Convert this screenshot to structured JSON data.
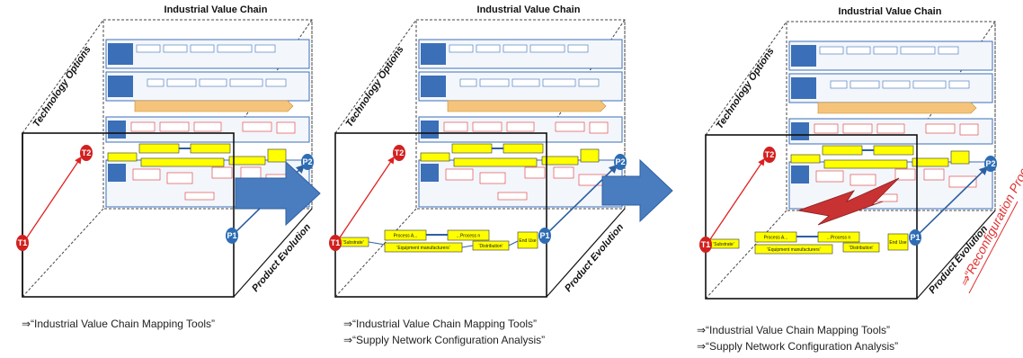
{
  "panels": [
    {
      "title": "Industrial Value Chain",
      "y_axis": "Technology Options",
      "x_axis": "Product Evolution",
      "t1": "T1",
      "t2": "T2",
      "p1": "P1",
      "p2": "P2",
      "captions": [
        "⇒“Industrial Value Chain Mapping Tools”"
      ]
    },
    {
      "title": "Industrial Value Chain",
      "y_axis": "Technology Options",
      "x_axis": "Product Evolution",
      "t1": "T1",
      "t2": "T2",
      "p1": "P1",
      "p2": "P2",
      "captions": [
        "⇒“Industrial Value Chain Mapping Tools”",
        "⇒“Supply Network Configuration Analysis”"
      ]
    },
    {
      "title": "Industrial Value Chain",
      "y_axis": "Technology Options",
      "x_axis": "Product Evolution",
      "t1": "T1",
      "t2": "T2",
      "p1": "P1",
      "p2": "P2",
      "captions": [
        "⇒“Industrial Value Chain Mapping Tools”",
        "⇒“Supply Network Configuration Analysis”"
      ]
    }
  ],
  "chain_boxes": {
    "substrate": "'Substrate'",
    "process_a": "Process A...",
    "process_n": "...Process n",
    "equipment": "'Equipment manufacturers'",
    "distribution": "'Distribution'",
    "end_use": "End Use"
  },
  "reconfiguration": "⇒“Reconfiguration Process”",
  "colors": {
    "yellow_box": "#ffff00",
    "blue_point": "#2e6db4",
    "red_point": "#d22020",
    "arrow_blue": "#4a7cc0",
    "bolt": "#c83232"
  }
}
